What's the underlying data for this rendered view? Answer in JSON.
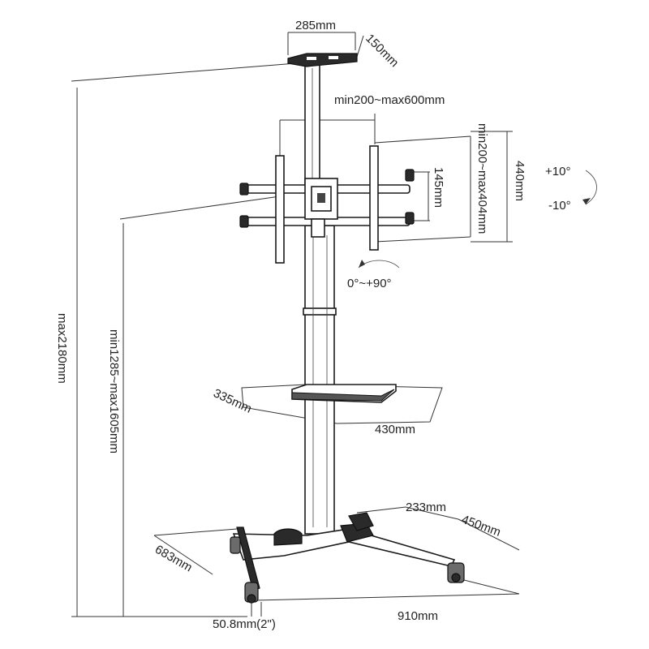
{
  "dimensions": {
    "tray_width": "285mm",
    "tray_depth": "150mm",
    "vesa_horizontal": "min200~max600mm",
    "vesa_vertical": "min200~max404mm",
    "bracket_height": "440mm",
    "arm_spacing": "145mm",
    "total_height": "max2180mm",
    "center_height": "min1285~max1605mm",
    "shelf_depth": "335mm",
    "shelf_width": "430mm",
    "base_leg_a": "233mm",
    "base_leg_b": "450mm",
    "base_depth": "683mm",
    "base_width": "910mm",
    "caster": "50.8mm(2\")"
  },
  "adjustments": {
    "tilt_up": "+10°",
    "tilt_down": "-10°",
    "rotation": "0°~+90°"
  }
}
